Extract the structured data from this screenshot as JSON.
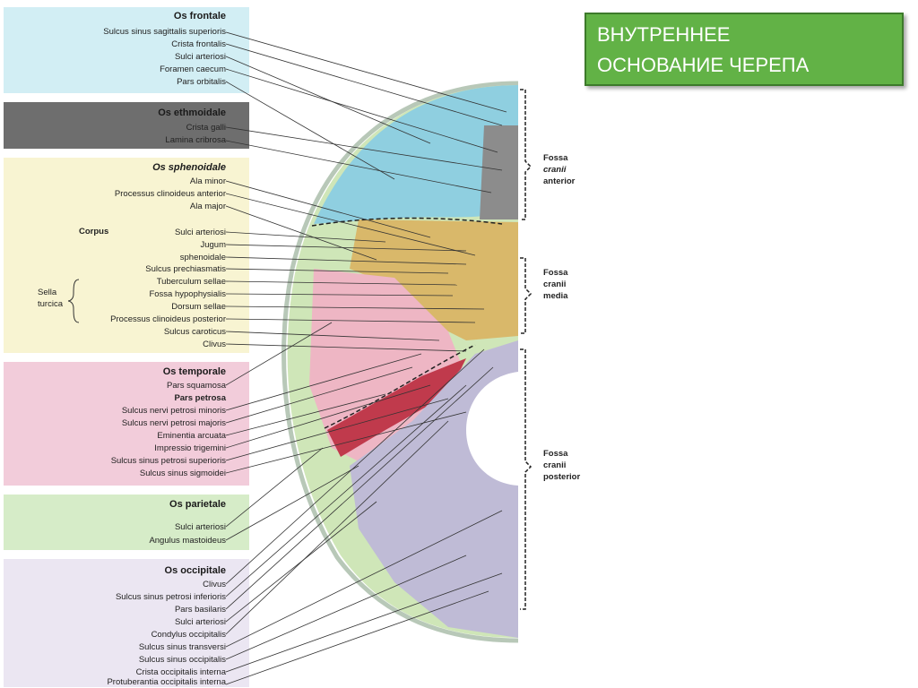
{
  "title": {
    "line1": "ВНУТРЕННЕЕ",
    "line2": "ОСНОВАНИЕ ЧЕРЕПА"
  },
  "colors": {
    "frontale": "#d2eef4",
    "ethmoidale": "#6a6a6a",
    "sphenoidale": "#f8f4d2",
    "temporale": "#f2ccda",
    "parietale": "#d6ecc8",
    "occipitale": "#ebe6f2",
    "title_bg": "#62b246"
  },
  "groups": {
    "frontale": {
      "header": "Os frontale",
      "labels": [
        "Sulcus sinus sagittalis superioris",
        "Crista frontalis",
        "Sulci arteriosi",
        "Foramen caecum",
        "Pars orbitalis"
      ]
    },
    "ethmoidale": {
      "header": "Os ethmoidale",
      "labels": [
        "Crista galli",
        "Lamina cribrosa"
      ]
    },
    "sphenoidale": {
      "header": "Os sphenoidale",
      "labels": [
        "Ala minor",
        "Processus clinoideus anterior",
        "Ala major",
        "Sulci arteriosi",
        "Jugum",
        "sphenoidale",
        "Sulcus prechiasmatis",
        "Tuberculum sellae",
        "Fossa hypophysialis",
        "Dorsum sellae",
        "Processus clinoideus posterior",
        "Sulcus caroticus",
        "Clivus"
      ],
      "corpus": "Corpus",
      "sella": [
        "Sella",
        "turcica"
      ]
    },
    "temporale": {
      "header": "Os temporale",
      "labels": [
        "Pars squamosa",
        "Pars petrosa",
        "Sulcus nervi petrosi minoris",
        "Sulcus nervi petrosi majoris",
        "Eminentia arcuata",
        "Impressio trigemini",
        "Sulcus sinus petrosi superioris",
        "Sulcus sinus sigmoidei"
      ]
    },
    "parietale": {
      "header": "Os parietale",
      "labels": [
        "Sulci arteriosi",
        "Angulus mastoideus"
      ]
    },
    "occipitale": {
      "header": "Os occipitale",
      "labels": [
        "Clivus",
        "Sulcus sinus petrosi inferioris",
        "Pars basilaris",
        "Sulci arteriosi",
        "Condylus occipitalis",
        "Sulcus sinus transversi",
        "Sulcus sinus occipitalis",
        "Crista occipitalis interna",
        "Protuberantia occipitalis interna"
      ]
    }
  },
  "fossae": {
    "anterior": [
      "Fossa",
      "cranii",
      "anterior"
    ],
    "media": [
      "Fossa",
      "cranii",
      "media"
    ],
    "posterior": [
      "Fossa",
      "cranii",
      "posterior"
    ]
  }
}
